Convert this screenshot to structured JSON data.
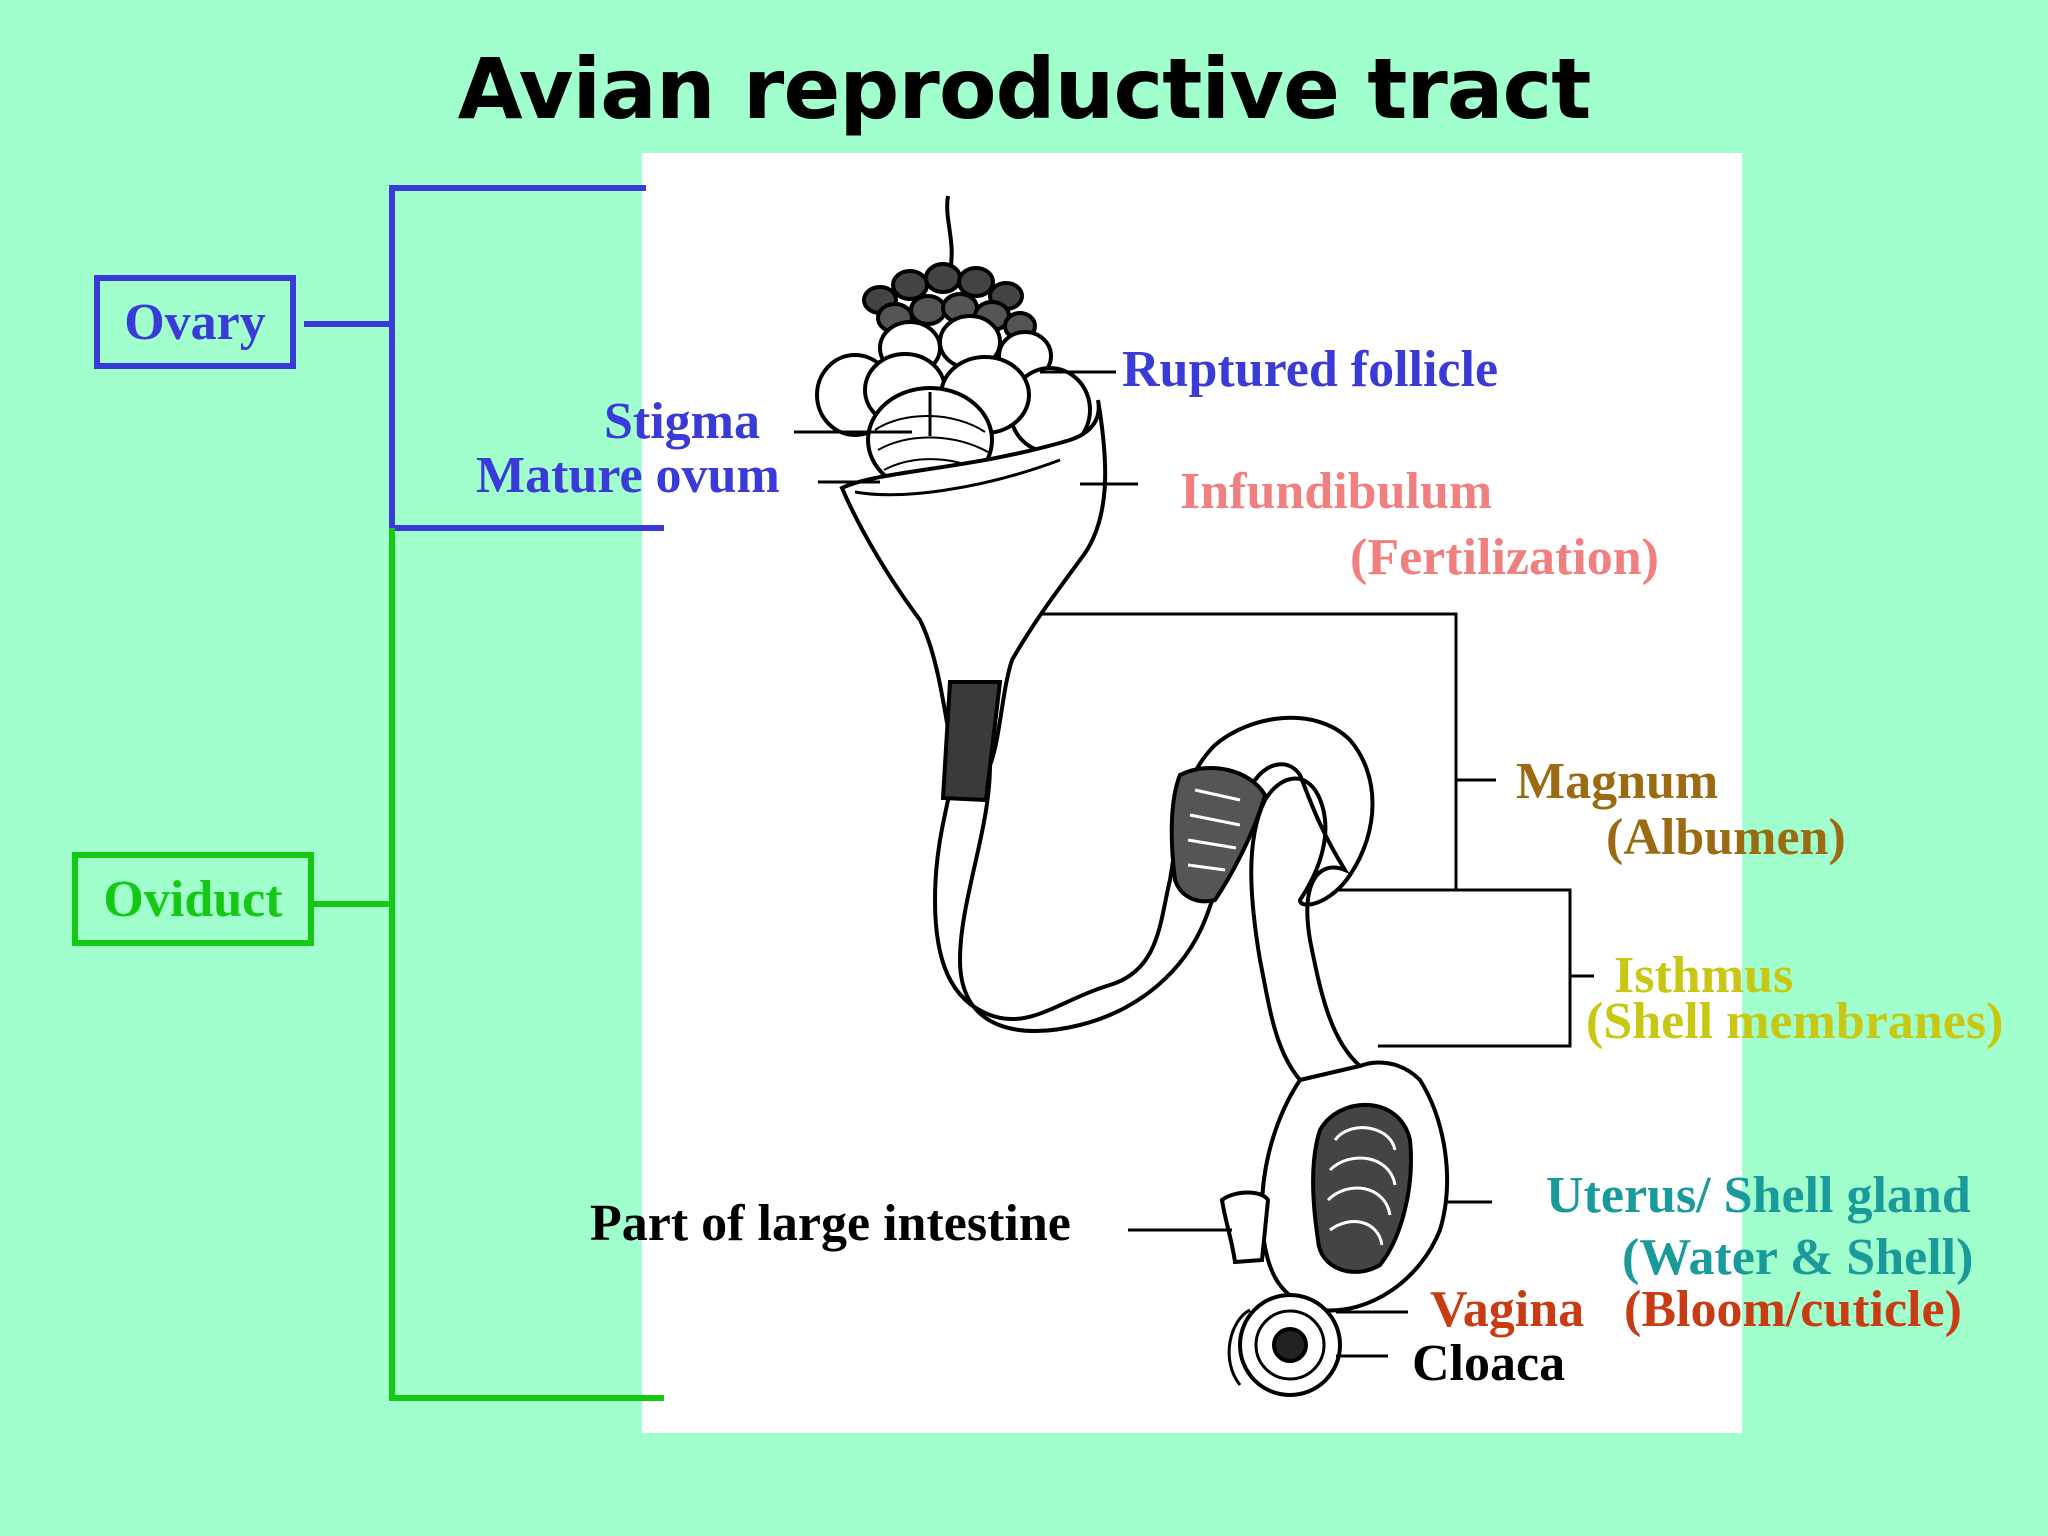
{
  "title": "Avian reproductive tract",
  "groups": {
    "ovary": {
      "label": "Ovary",
      "color": "#3a3ad6"
    },
    "oviduct": {
      "label": "Oviduct",
      "color": "#14c814"
    }
  },
  "labels": {
    "ruptured_follicle": {
      "text": "Ruptured follicle",
      "color": "#3a3ad6"
    },
    "stigma": {
      "text": "Stigma",
      "color": "#3a3ad6"
    },
    "mature_ovum": {
      "text": "Mature ovum",
      "color": "#3a3ad6"
    },
    "infundibulum": {
      "text": "Infundibulum",
      "color": "#f08080"
    },
    "infundibulum_function": {
      "text": "(Fertilization)",
      "color": "#f08080"
    },
    "magnum": {
      "text": "Magnum",
      "color": "#9a6b12"
    },
    "magnum_function": {
      "text": "(Albumen)",
      "color": "#9a6b12"
    },
    "isthmus": {
      "text": "Isthmus",
      "color": "#c8c814"
    },
    "isthmus_function": {
      "text": "(Shell membranes)",
      "color": "#c8c814"
    },
    "uterus": {
      "text": "Uterus/ Shell gland",
      "color": "#1a9a9a"
    },
    "uterus_function": {
      "text": "(Water & Shell)",
      "color": "#1a9a9a"
    },
    "vagina": {
      "text": "Vagina",
      "color": "#c83c14"
    },
    "vagina_function": {
      "text": "(Bloom/cuticle)",
      "color": "#c83c14"
    },
    "large_intestine": {
      "text": "Part of large intestine",
      "color": "#000000"
    },
    "cloaca": {
      "text": "Cloaca",
      "color": "#000000"
    }
  }
}
